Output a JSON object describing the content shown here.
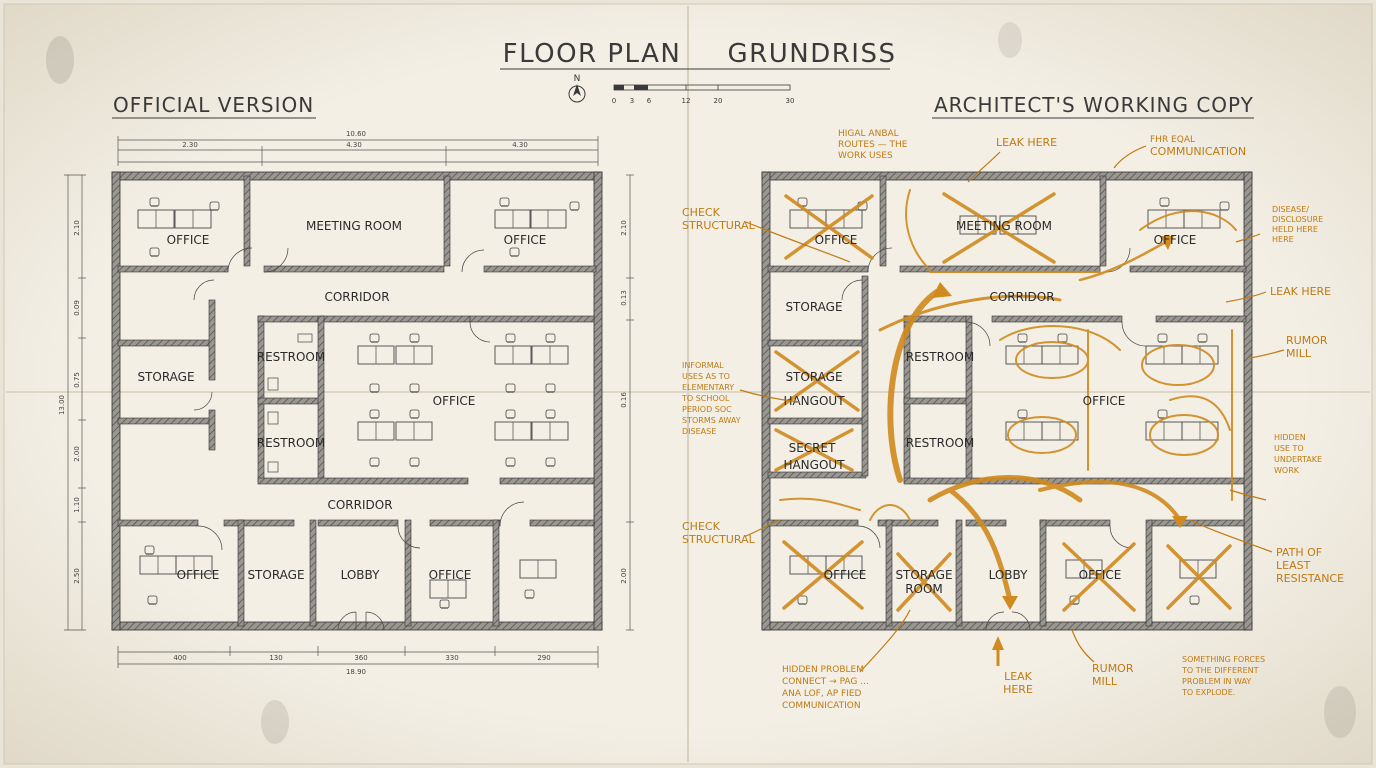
{
  "header": {
    "title_left": "FLOOR PLAN",
    "title_right": "GRUNDRISS",
    "north": "N",
    "scale_ticks": [
      "0",
      "3",
      "6",
      "12",
      "20",
      "30"
    ]
  },
  "left_plan": {
    "heading": "OFFICIAL VERSION",
    "dims_top_total": "10.60",
    "dims_top": [
      "2.30",
      "4.30",
      "4.30"
    ],
    "dims_bottom": [
      "400",
      "130",
      "360",
      "330",
      "290"
    ],
    "dims_bottom_total": "18.90",
    "dims_left_total": "13.00",
    "dims_left": [
      "2.10",
      "0.09",
      "0.75",
      "2.00",
      "1.10",
      "2.50"
    ],
    "dims_right": [
      "2.10",
      "0.13",
      "0.16",
      "2.00"
    ],
    "rooms": {
      "office_tl": "OFFICE",
      "meeting": "MEETING ROOM",
      "office_tr": "OFFICE",
      "corridor_top": "CORRIDOR",
      "storage": "STORAGE",
      "restroom_1": "RESTROOM",
      "restroom_2": "RESTROOM",
      "office_center": "OFFICE",
      "corridor_bottom": "CORRIDOR",
      "office_bl": "OFFICE",
      "storage_bottom": "STORAGE",
      "lobby": "LOBBY",
      "office_bm": "OFFICE"
    }
  },
  "right_plan": {
    "heading": "ARCHITECT'S WORKING COPY",
    "rooms": {
      "office_tl": "OFFICE",
      "meeting": "MEETING ROOM",
      "office_tr": "OFFICE",
      "corridor": "CORRIDOR",
      "storage": "STORAGE",
      "storage_hangout": "STORAGE",
      "hangout": "HANGOUT",
      "secret": "SECRET",
      "secret_hangout": "HANGOUT",
      "restroom_1": "RESTROOM",
      "restroom_2": "RESTROOM",
      "office_center": "OFFICE",
      "office_bl": "OFFICE",
      "storage_room_1": "STORAGE",
      "storage_room_2": "ROOM",
      "lobby": "LOBBY",
      "office_bm": "OFFICE"
    },
    "annotations": {
      "natural_routes": [
        "HIGAL ANBAL",
        "ROUTES — THE",
        "WORK USES"
      ],
      "leak_top": "LEAK HERE",
      "eqal_communication": [
        "FHR EQAL",
        "COMMUNICATION"
      ],
      "check_structural_top": [
        "CHECK",
        "STRUCTURAL"
      ],
      "disease_note": [
        "DISEASE/",
        "DISCLOSURE",
        "HELD HERE",
        "HERE"
      ],
      "leak_right": "LEAK HERE",
      "rumor_right": [
        "RUMOR",
        "MILL"
      ],
      "informal_note": [
        "INFORMAL",
        "USES AS TO",
        "ELEMENTARY",
        "TO SCHOOL",
        "PERIOD SOC",
        "STORMS AWAY",
        "DISEASE"
      ],
      "hidden_note_right": [
        "HIDDEN",
        "USE TO",
        "UNDERTAKE",
        "WORK"
      ],
      "check_structural_bottom": [
        "CHECK",
        "STRUCTURAL"
      ],
      "path_least": [
        "PATH OF",
        "LEAST",
        "RESISTANCE"
      ],
      "hidden_problem": [
        "HIDDEN PROBLEM",
        "CONNECT → PAG ...",
        "ANA LOF, AP FIED",
        "COMMUNICATION"
      ],
      "leak_bottom": [
        "LEAK",
        "HERE"
      ],
      "rumor_bottom": [
        "RUMOR",
        "MILL"
      ],
      "something_note": [
        "SOMETHING FORCES",
        "TO THE DIFFERENT",
        "PROBLEM IN WAY",
        "TO EXPLODE."
      ]
    }
  },
  "colors": {
    "paper": "#f2eee4",
    "ink": "#3a3a3a",
    "accent": "#d08a1e"
  }
}
